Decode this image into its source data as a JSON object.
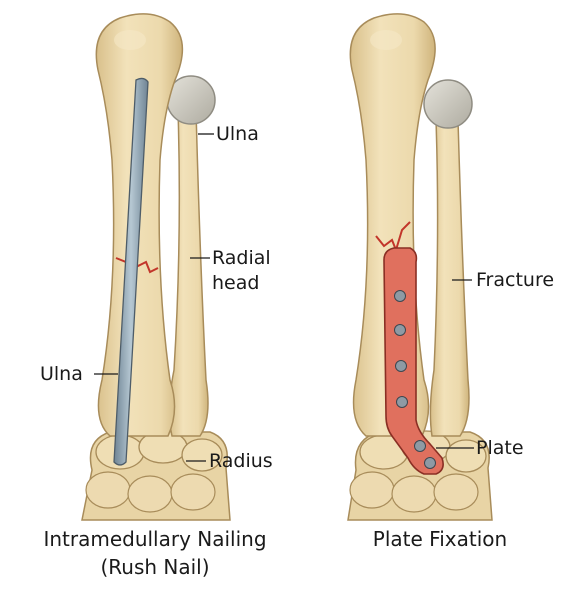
{
  "left_panel": {
    "labels": {
      "top_right": "Ulna",
      "middle_right": "Radial head",
      "middle_right_line1": "Radial",
      "middle_right_line2": "head",
      "left": "Ulna",
      "bottom_right": "Radius"
    },
    "caption_line1": "Intramedullary Nailing",
    "caption_line2": "(Rush Nail)"
  },
  "right_panel": {
    "labels": {
      "middle_right": "Fracture",
      "bottom_right": "Plate"
    },
    "caption": "Plate Fixation"
  },
  "colors": {
    "bone": "#ecd9ac",
    "bone_shade": "#d6bd87",
    "bone_outline": "#a88c5a",
    "radial_head": "#c9c7bd",
    "nail": "#9fb4c2",
    "plate": "#e0705e",
    "plate_outline": "#8a2f24",
    "fracture": "#c2352a",
    "screw": "#8e9aa4"
  }
}
